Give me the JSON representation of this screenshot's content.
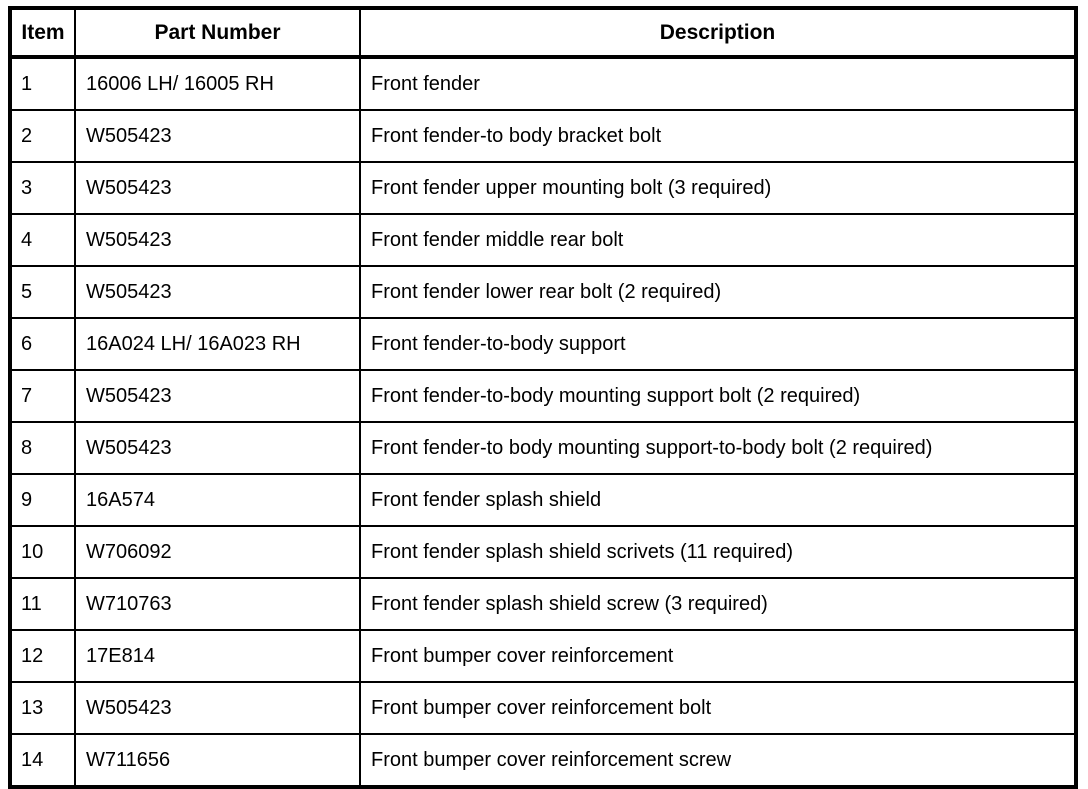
{
  "document": {
    "type": "parts-reference-table",
    "background_color": "#ffffff",
    "text_color": "#000000",
    "border_color": "#000000"
  },
  "table": {
    "columns": [
      {
        "key": "item",
        "label": "Item",
        "align": "center"
      },
      {
        "key": "part_number",
        "label": "Part Number",
        "align": "center"
      },
      {
        "key": "description",
        "label": "Description",
        "align": "center"
      }
    ],
    "rows": [
      {
        "item": "1",
        "part_number": "16006 LH/ 16005 RH",
        "description": "Front fender"
      },
      {
        "item": "2",
        "part_number": "W505423",
        "description": "Front fender-to body bracket bolt"
      },
      {
        "item": "3",
        "part_number": "W505423",
        "description": "Front fender upper mounting bolt (3 required)"
      },
      {
        "item": "4",
        "part_number": "W505423",
        "description": "Front fender middle rear bolt"
      },
      {
        "item": "5",
        "part_number": "W505423",
        "description": "Front fender lower rear bolt (2 required)"
      },
      {
        "item": "6",
        "part_number": "16A024 LH/ 16A023 RH",
        "description": "Front fender-to-body support"
      },
      {
        "item": "7",
        "part_number": "W505423",
        "description": "Front fender-to-body mounting support bolt (2 required)"
      },
      {
        "item": "8",
        "part_number": "W505423",
        "description": "Front fender-to body mounting support-to-body bolt (2 required)"
      },
      {
        "item": "9",
        "part_number": "16A574",
        "description": "Front fender splash shield"
      },
      {
        "item": "10",
        "part_number": "W706092",
        "description": "Front fender splash shield scrivets (11 required)"
      },
      {
        "item": "11",
        "part_number": "W710763",
        "description": "Front fender splash shield screw (3 required)"
      },
      {
        "item": "12",
        "part_number": "17E814",
        "description": "Front bumper cover reinforcement"
      },
      {
        "item": "13",
        "part_number": "W505423",
        "description": "Front bumper cover reinforcement bolt"
      },
      {
        "item": "14",
        "part_number": "W711656",
        "description": "Front bumper cover reinforcement screw"
      }
    ]
  }
}
